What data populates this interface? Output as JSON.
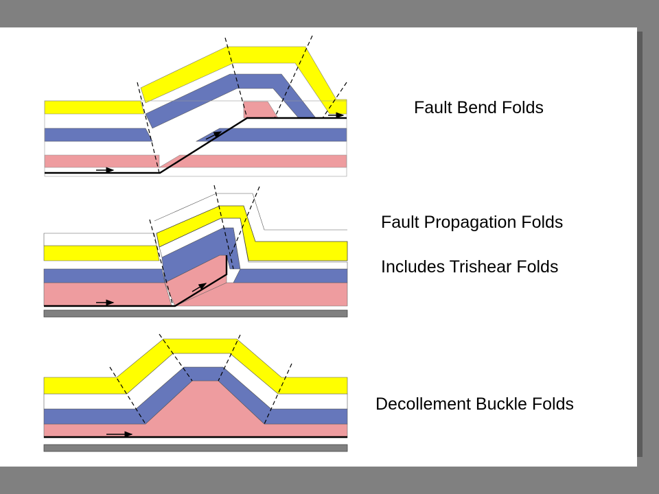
{
  "slide": {
    "labels": {
      "fault_bend": "Fault Bend Folds",
      "fault_propagation": "Fault Propagation Folds",
      "trishear": "Includes Trishear Folds",
      "decollement": "Decollement Buckle Folds"
    }
  },
  "colors": {
    "background": "#808080",
    "slide": "#ffffff",
    "yellow_layer": "#ffff00",
    "blue_layer": "#6677bb",
    "pink_layer": "#ee9c9f",
    "basement_layer": "#808080",
    "fault_line": "#000000"
  },
  "icons": [
    "thrust-arrow-icon"
  ]
}
